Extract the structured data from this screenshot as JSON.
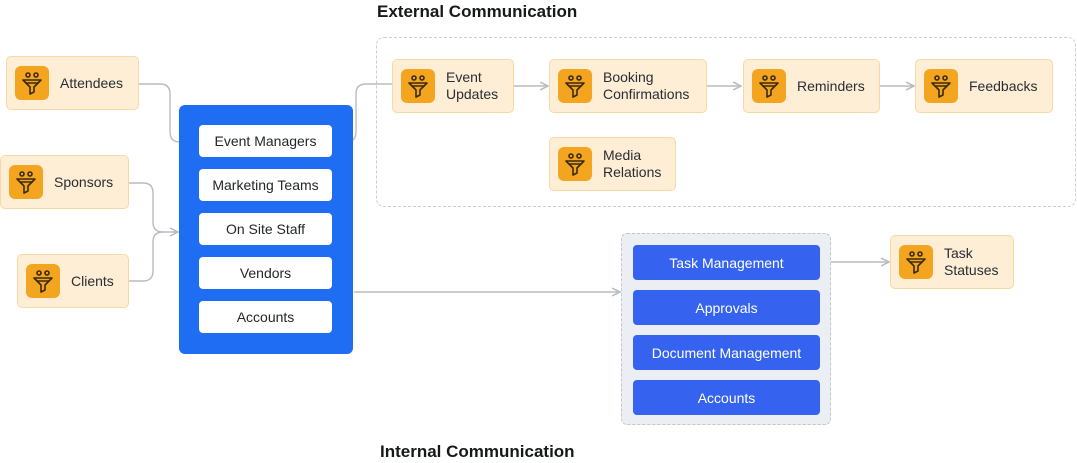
{
  "headings": {
    "external": "External Communication",
    "internal": "Internal Communication"
  },
  "icon": "funnel-icon",
  "colors": {
    "node_fill": "#fdeed5",
    "icon_fill": "#f4a51f",
    "stakeholder_panel": "#1f6df2",
    "task_chip": "#3563f0",
    "connector": "#b9bcc1"
  },
  "sources": [
    {
      "label": "Attendees"
    },
    {
      "label": "Sponsors"
    },
    {
      "label": "Clients"
    }
  ],
  "stakeholders": [
    "Event Managers",
    "Marketing Teams",
    "On Site Staff",
    "Vendors",
    "Accounts"
  ],
  "external_steps": [
    {
      "label": "Event\nUpdates"
    },
    {
      "label": "Booking\nConfirmations"
    },
    {
      "label": "Reminders"
    },
    {
      "label": "Feedbacks"
    },
    {
      "label": "Media\nRelations"
    }
  ],
  "internal_tasks": [
    "Task Management",
    "Approvals",
    "Document Management",
    "Accounts"
  ],
  "task_output": {
    "label": "Task\nStatuses"
  }
}
